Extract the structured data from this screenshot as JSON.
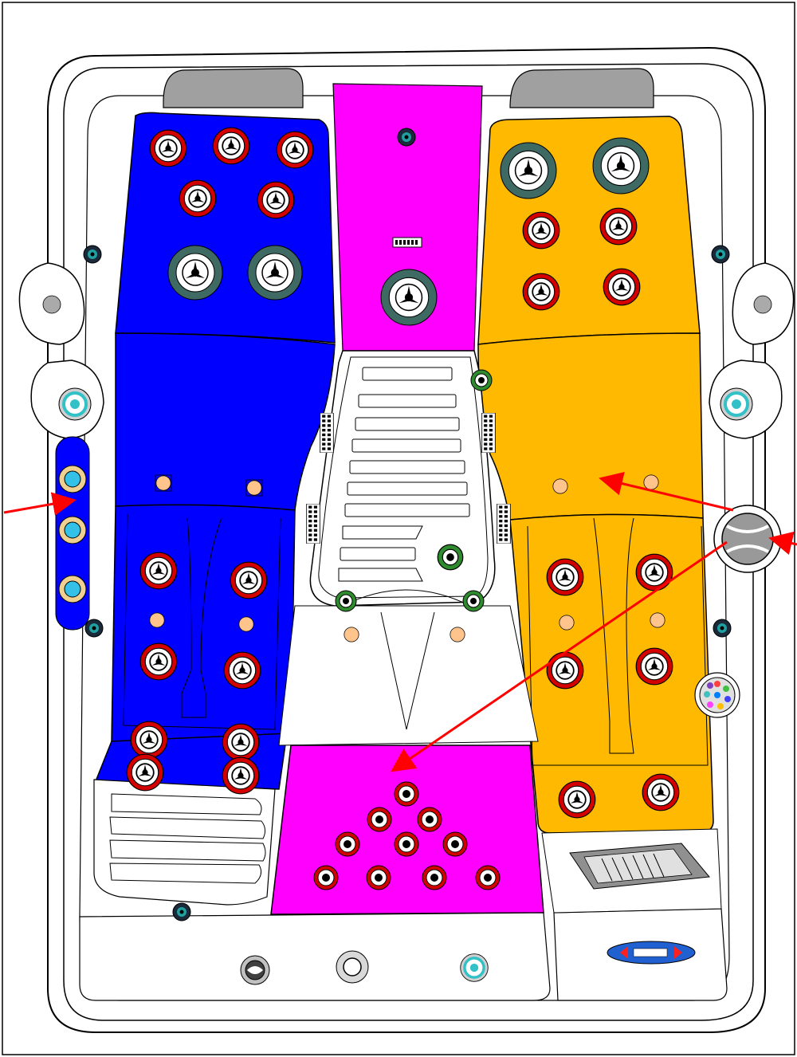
{
  "diagram": {
    "subject": "spa-tub-jet-layout-top-view",
    "zones": [
      {
        "id": "left-seat",
        "color": "#0000ff"
      },
      {
        "id": "right-lounger",
        "color": "#ffb900"
      },
      {
        "id": "center-channel",
        "color": "#ff00ff"
      },
      {
        "id": "footwell",
        "color": "#ff00ff"
      }
    ],
    "colors": {
      "jet_ring": "#d40000",
      "large_jet": "#3f6a63",
      "light_peach": "#ffc38c",
      "arrow": "#ff0000",
      "outline": "#000000",
      "shell_bg": "#ffffff",
      "headrest": "#a0a0a0",
      "filter_cyan": "#33c1c8",
      "side_strip_jet": "#f0d090",
      "diverter_gray": "#999999",
      "small_green_jet": "#2e8b2e",
      "control_panel": "#2060d0"
    },
    "arrows_count": 3
  }
}
